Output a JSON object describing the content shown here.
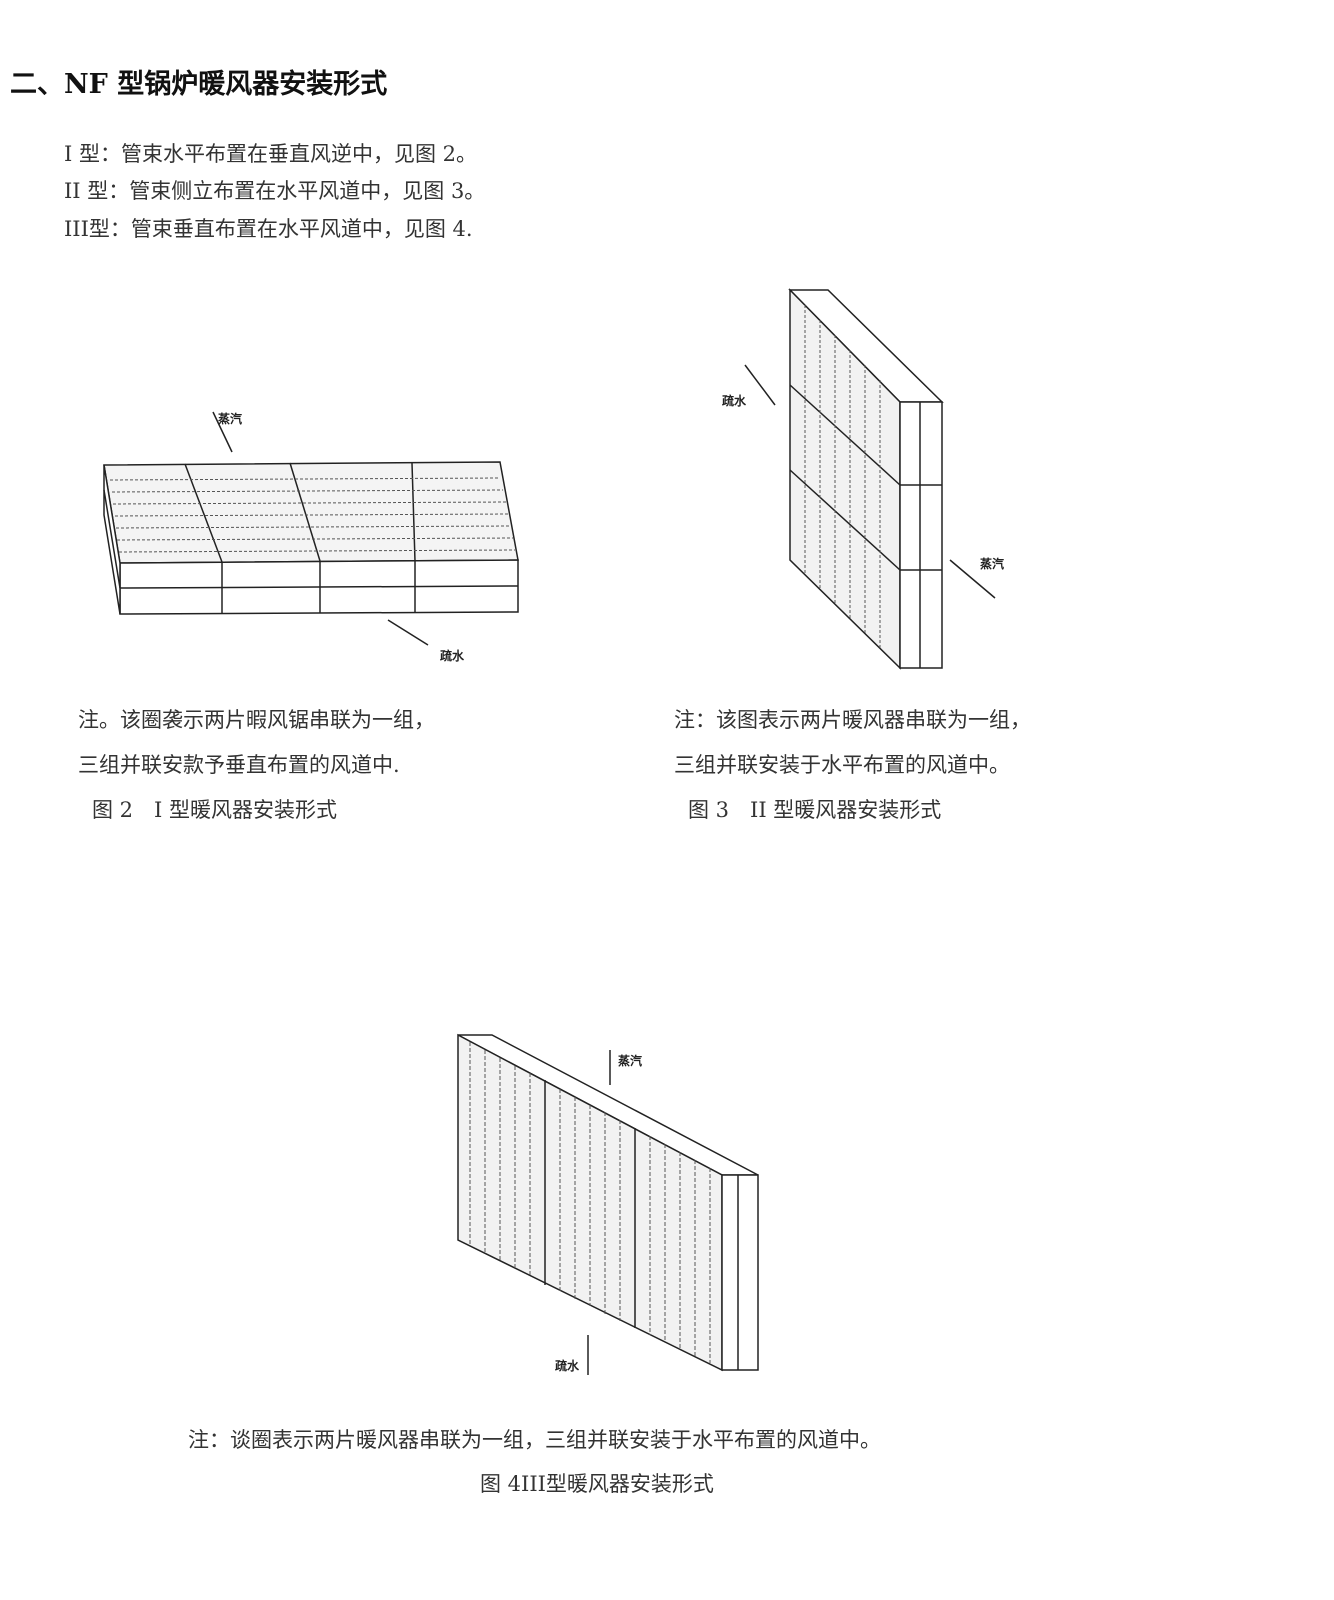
{
  "heading": "二、NF 型锅炉暖风器安装形式",
  "types": [
    "I 型：管束水平布置在垂直风逆中，见图 2。",
    "II 型：管束侧立布置在水平风道中，见图 3。",
    "III型：管束垂直布置在水平风道中，见图 4."
  ],
  "fig2": {
    "steam_label": "蒸汽",
    "drain_label": "疏水",
    "note_line1": "注。该圈袭示两片暇风锯串联为一组，",
    "note_line2": "三组并联安款予垂直布置的风道中.",
    "caption": "图 2　I 型暖风器安装形式"
  },
  "fig3": {
    "steam_label": "蒸汽",
    "drain_label": "疏水",
    "note_line1": "注：该图表示两片暖风器串联为一组，",
    "note_line2": "三组并联安装于水平布置的风道中。",
    "caption": "图 3　II 型暖风器安装形式"
  },
  "fig4": {
    "steam_label": "蒸汽",
    "drain_label": "疏水",
    "note": "注：谈圈表示两片暖风器串联为一组，三组并联安装于水平布置的风道中。",
    "caption": "图 4III型暖风器安装形式"
  }
}
